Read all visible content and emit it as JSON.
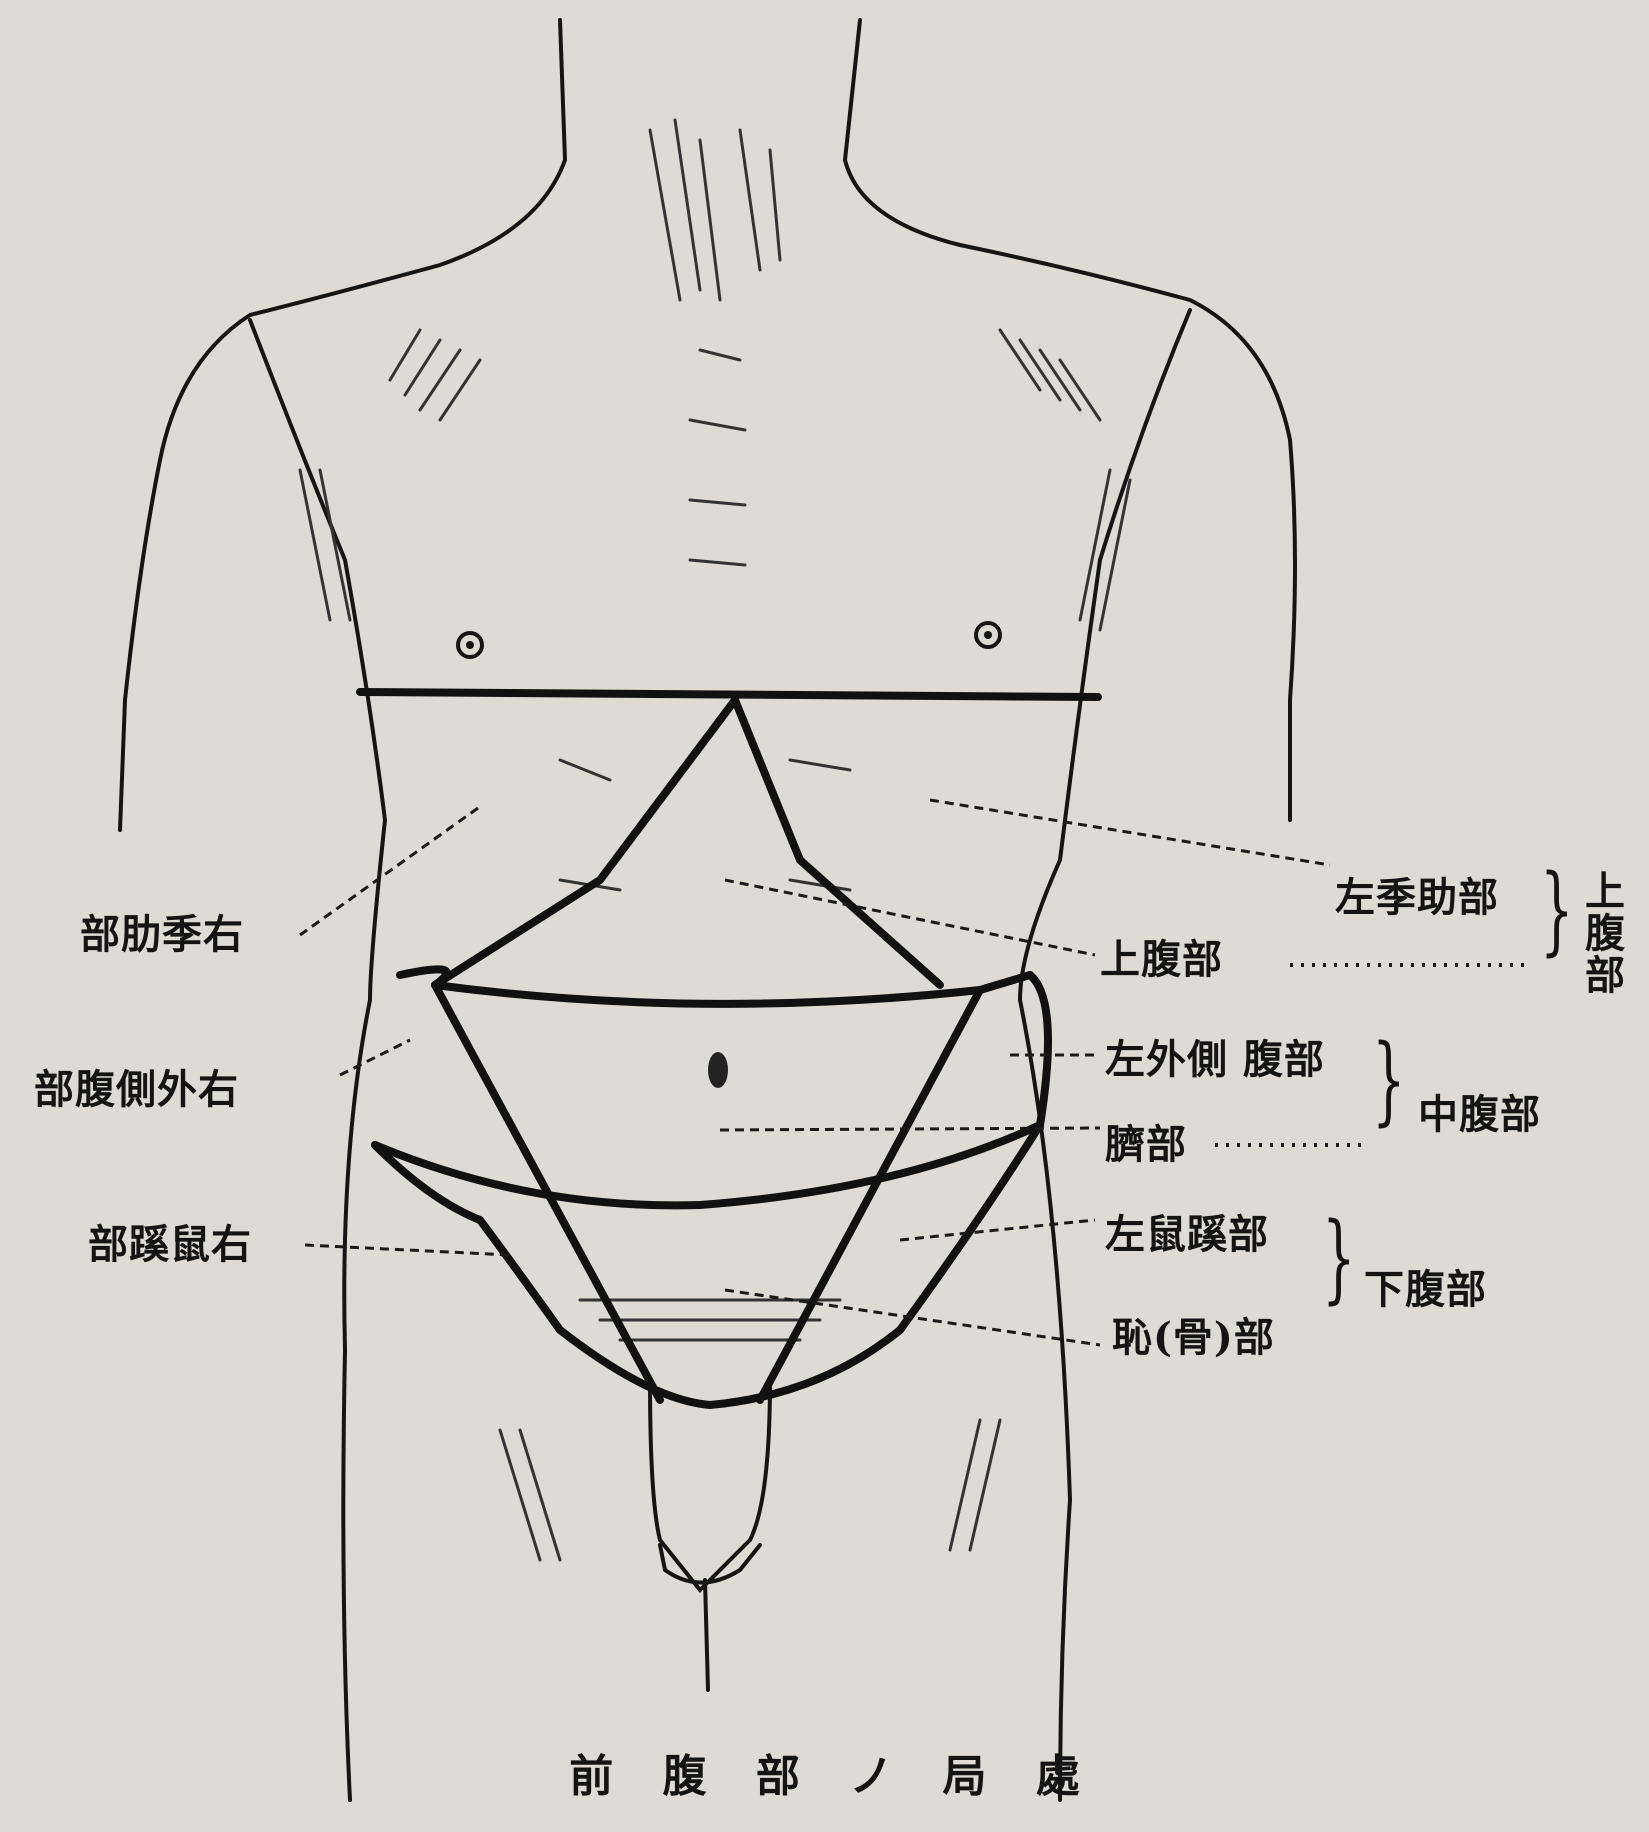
{
  "caption": "前 腹 部 ノ 局 處",
  "labels": {
    "right_hypochondriac": "部肋季右",
    "right_lateral": "部腹側外右",
    "right_inguinal": "部蹊鼠右",
    "left_hypochondriac": "左季助部",
    "epigastric": "上腹部",
    "left_lateral": "左外側 腹部",
    "umbilical": "臍部",
    "left_inguinal": "左鼠蹊部",
    "pubic": "恥(骨)部"
  },
  "groups": {
    "upper": "上腹部",
    "middle": "中腹部",
    "lower": "下腹部"
  },
  "colors": {
    "paper": "#dedbd4",
    "ink": "#141414"
  }
}
